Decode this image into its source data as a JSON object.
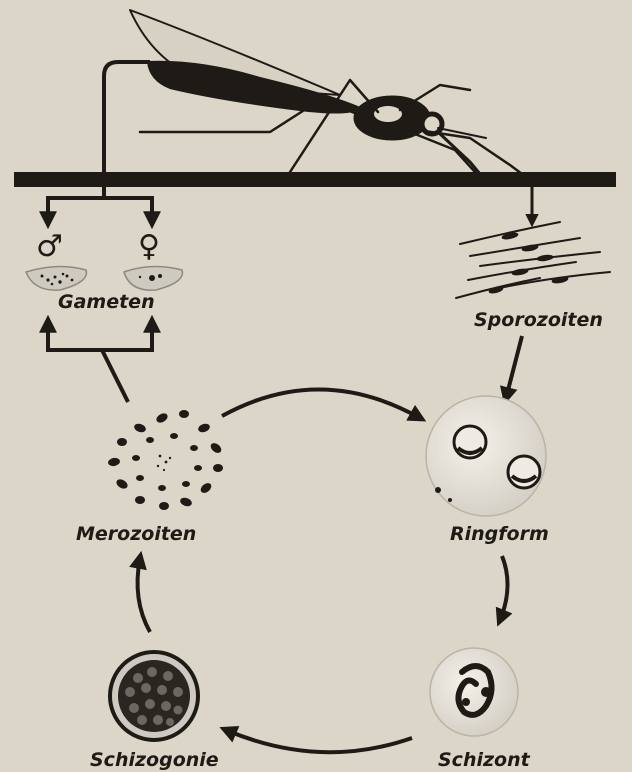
{
  "labels": {
    "gameten": "Gameten",
    "sporozoiten": "Sporozoiten",
    "merozoiten": "Merozoiten",
    "ringform": "Ringform",
    "schizogonie": "Schizogonie",
    "schizont": "Schizont"
  },
  "symbols": {
    "male": "♂",
    "female": "♀"
  },
  "colors": {
    "paper": "#dcd6c8",
    "ink": "#1e1b17",
    "cell": "#c9c4bb"
  }
}
